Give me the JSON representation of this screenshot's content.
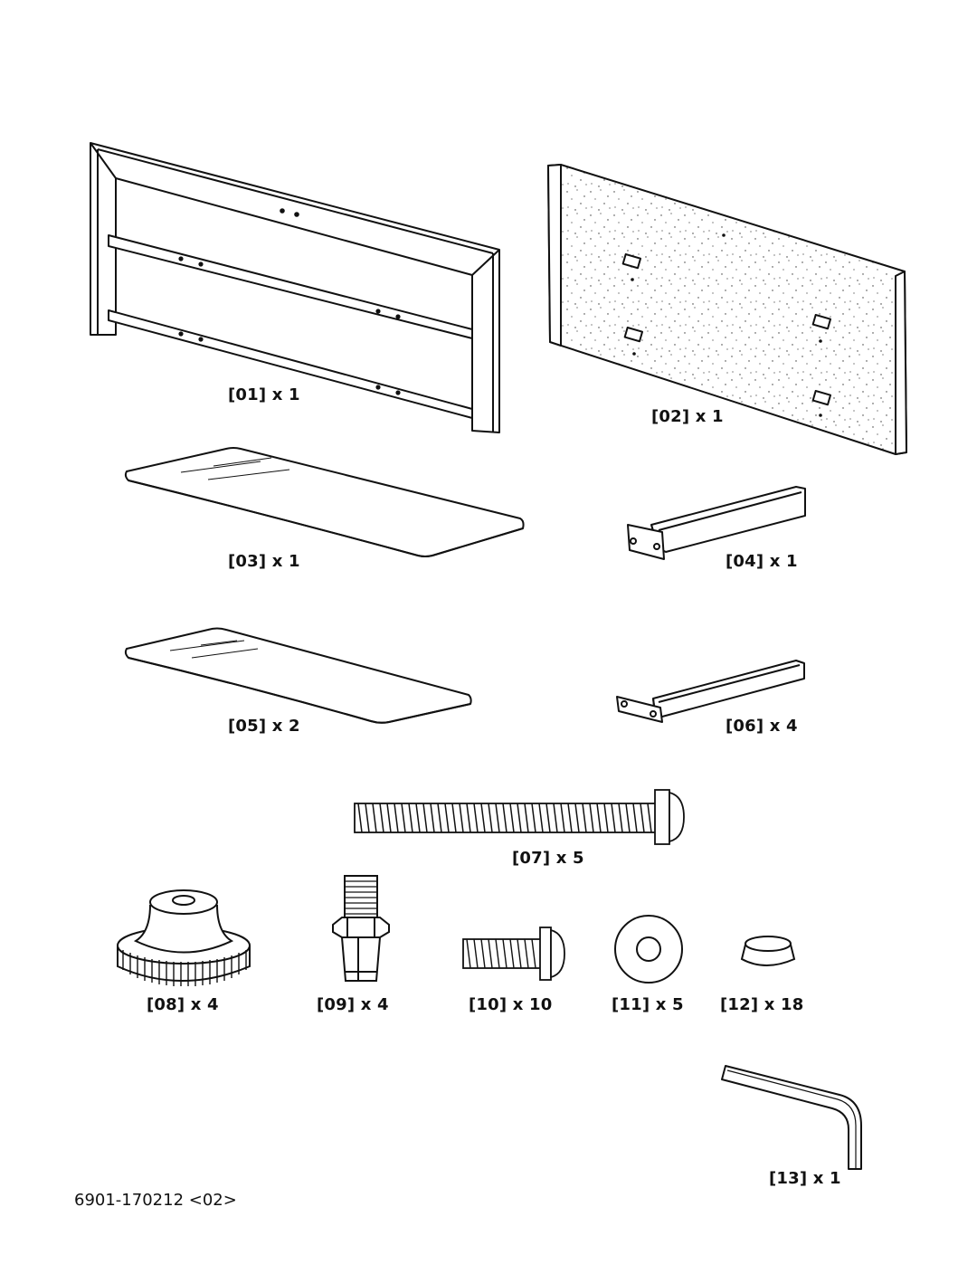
{
  "parts": [
    {
      "id": "01",
      "qty": "1",
      "label": "[01] x 1",
      "icon": "frame-icon"
    },
    {
      "id": "02",
      "qty": "1",
      "label": "[02] x 1",
      "icon": "back-panel-icon"
    },
    {
      "id": "03",
      "qty": "1",
      "label": "[03] x 1",
      "icon": "large-glass-shelf-icon"
    },
    {
      "id": "04",
      "qty": "1",
      "label": "[04] x 1",
      "icon": "long-bracket-icon"
    },
    {
      "id": "05",
      "qty": "2",
      "label": "[05] x 2",
      "icon": "glass-shelf-icon"
    },
    {
      "id": "06",
      "qty": "4",
      "label": "[06] x 4",
      "icon": "bracket-icon"
    },
    {
      "id": "07",
      "qty": "5",
      "label": "[07] x 5",
      "icon": "long-bolt-icon"
    },
    {
      "id": "08",
      "qty": "4",
      "label": "[08] x 4",
      "icon": "knurled-knob-icon"
    },
    {
      "id": "09",
      "qty": "4",
      "label": "[09] x 4",
      "icon": "threaded-insert-icon"
    },
    {
      "id": "10",
      "qty": "10",
      "label": "[10] x 10",
      "icon": "short-bolt-icon"
    },
    {
      "id": "11",
      "qty": "5",
      "label": "[11] x 5",
      "icon": "washer-icon"
    },
    {
      "id": "12",
      "qty": "18",
      "label": "[12] x 18",
      "icon": "rubber-pad-icon"
    },
    {
      "id": "13",
      "qty": "1",
      "label": "[13] x 1",
      "icon": "allen-key-icon"
    }
  ],
  "footer": {
    "code": "6901-170212 <02>"
  }
}
